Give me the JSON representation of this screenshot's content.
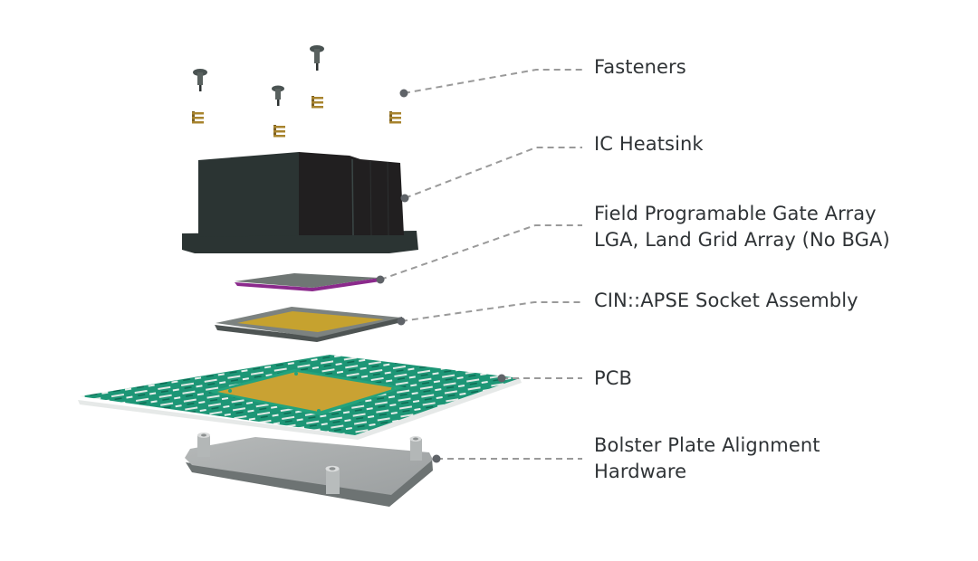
{
  "diagram": {
    "type": "exploded-assembly",
    "leader_color": "#9a9a9a",
    "dot_color": "#5f6368",
    "text_color": "#2f3336",
    "components": [
      {
        "id": "fasteners",
        "lines": [
          "Fasteners"
        ]
      },
      {
        "id": "ic-heatsink",
        "lines": [
          "IC Heatsink"
        ]
      },
      {
        "id": "fpga",
        "lines": [
          "Field Programable Gate Array",
          "LGA, Land Grid Array (No BGA)"
        ]
      },
      {
        "id": "socket-assembly",
        "lines": [
          "CIN::APSE Socket Assembly"
        ]
      },
      {
        "id": "pcb",
        "lines": [
          "PCB"
        ]
      },
      {
        "id": "bolster-plate",
        "lines": [
          "Bolster Plate Alignment",
          "Hardware"
        ]
      }
    ],
    "part_colors": {
      "heatsink": "#2b3433",
      "heatsink_fins": "#211f20",
      "fpga_top": "#6f7674",
      "fpga_edge": "#8b2a8c",
      "socket_frame": "#7c8280",
      "socket_pad": "#c6a22f",
      "pcb_green": "#1f9b78",
      "pcb_pad": "#c9a233",
      "bolster": "#a9adad",
      "screw": "#4a5352",
      "spring": "#a8842e"
    }
  }
}
